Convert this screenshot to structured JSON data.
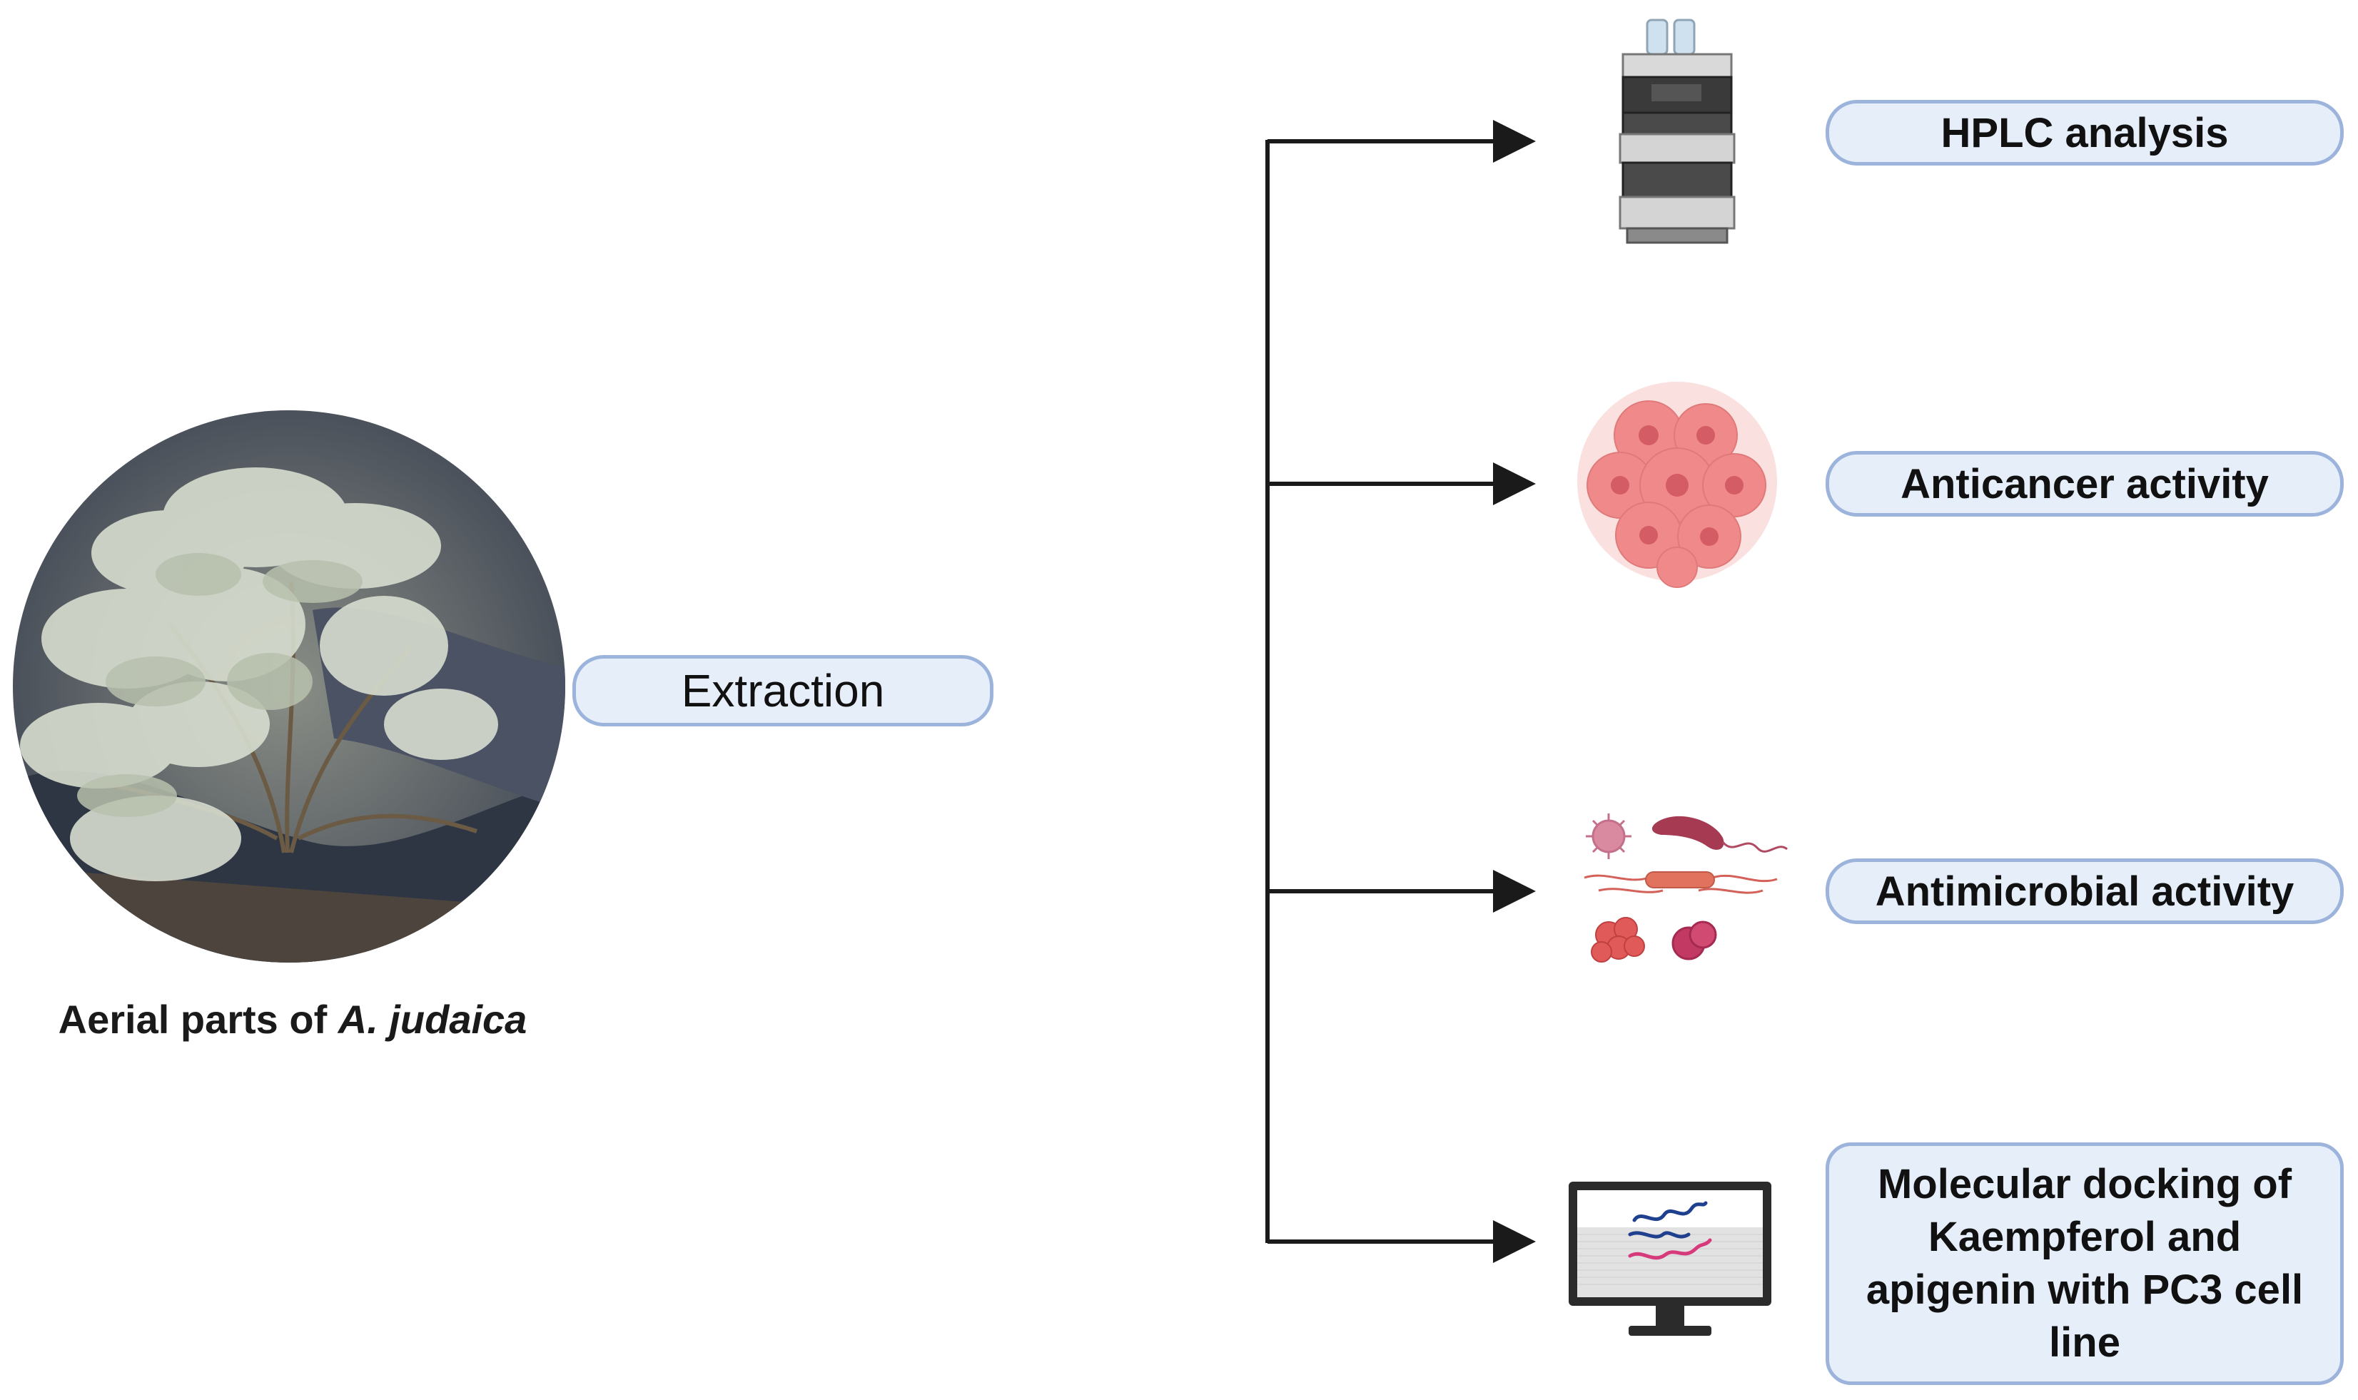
{
  "source": {
    "caption_prefix": "Aerial parts of ",
    "caption_species": "A. judaica"
  },
  "process": {
    "extraction_label": "Extraction"
  },
  "branches": [
    {
      "label": "HPLC analysis",
      "icon": "hplc-instrument-icon"
    },
    {
      "label": "Anticancer activity",
      "icon": "cancer-cells-icon"
    },
    {
      "label": "Antimicrobial activity",
      "icon": "microbes-icon"
    },
    {
      "label": "Molecular docking of Kaempferol and apigenin with PC3 cell line",
      "icon": "computer-docking-icon"
    }
  ],
  "colors": {
    "pill_fill": "#e6eef9",
    "pill_border": "#9cb4dc",
    "connector": "#1a1a1a"
  }
}
